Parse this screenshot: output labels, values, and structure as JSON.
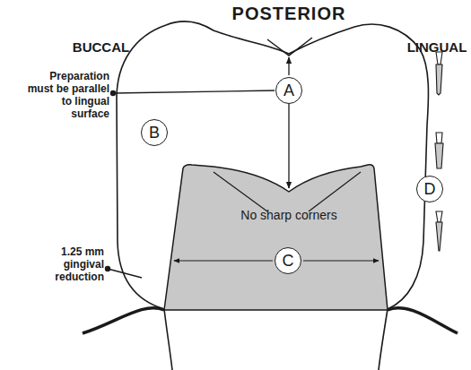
{
  "diagram": {
    "title": "POSTERIOR",
    "nodes": [
      {
        "text": [
          "A"
        ]
      },
      {
        "text": [
          "B"
        ]
      },
      {
        "text": [
          "No sharp corners"
        ]
      },
      {
        "text": [
          "C"
        ],
        "in": 2
      },
      {
        "text": [
          "D"
        ]
      }
    ],
    "labels": [
      "BUCCAL",
      "LINGUAL",
      "Preparation must be parallel to lingual surface",
      "1.25 mm gingival reduction"
    ]
  }
}
